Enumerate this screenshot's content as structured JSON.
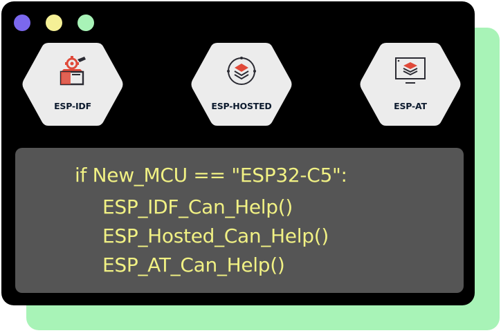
{
  "colors": {
    "background": "#ffffff",
    "shadow_panel": "#a8f3b7",
    "window": "#000000",
    "hex_fill": "#ececec",
    "code_panel": "#555555",
    "code_text": "#f1f184",
    "dot_purple": "#7b68ee",
    "dot_yellow": "#f5f096",
    "dot_green": "#a8f3b7",
    "icon_red": "#e04a3a",
    "icon_dark": "#2b2b33"
  },
  "window_dots": [
    "purple-dot",
    "yellow-dot",
    "green-dot"
  ],
  "products": [
    {
      "label": "ESP-IDF",
      "icon": "toolbox-gear-icon"
    },
    {
      "label": "ESP-HOSTED",
      "icon": "layers-orbit-icon"
    },
    {
      "label": "ESP-AT",
      "icon": "monitor-layers-icon"
    }
  ],
  "code": {
    "lines": [
      "if New_MCU == \"ESP32-C5\":",
      "ESP_IDF_Can_Help()",
      "ESP_Hosted_Can_Help()",
      "ESP_AT_Can_Help()"
    ]
  }
}
